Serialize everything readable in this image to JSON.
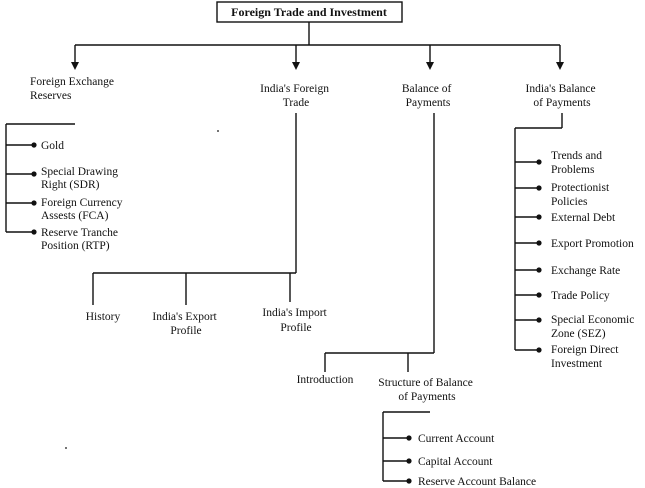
{
  "root": "Foreign Trade and Investment",
  "branches": {
    "fx_reserves": {
      "title": [
        "Foreign Exchange",
        "Reserves"
      ],
      "items": [
        [
          "Gold"
        ],
        [
          "Special Drawing",
          "Right (SDR)"
        ],
        [
          "Foreign Currency",
          "Assests (FCA)"
        ],
        [
          "Reserve Tranche",
          "Position (RTP)"
        ]
      ]
    },
    "foreign_trade": {
      "title": [
        "India's Foreign",
        "Trade"
      ],
      "items": [
        [
          "History"
        ],
        [
          "India's Export",
          "Profile"
        ],
        [
          "India's Import",
          "Profile"
        ]
      ]
    },
    "bop": {
      "title": [
        "Balance of",
        "Payments"
      ],
      "items": [
        [
          "Introduction"
        ],
        [
          "Structure of Balance",
          "of Payments"
        ]
      ],
      "structure_items": [
        [
          "Current Account"
        ],
        [
          "Capital Account"
        ],
        [
          "Reserve Account Balance"
        ]
      ]
    },
    "india_bop": {
      "title": [
        "India's Balance",
        "of Payments"
      ],
      "items": [
        [
          "Trends and",
          "Problems"
        ],
        [
          "Protectionist",
          "Policies"
        ],
        [
          "External Debt"
        ],
        [
          "Export Promotion"
        ],
        [
          "Exchange Rate"
        ],
        [
          "Trade Policy"
        ],
        [
          "Special Economic",
          "Zone (SEZ)"
        ],
        [
          "Foreign Direct",
          "Investment"
        ]
      ]
    }
  }
}
